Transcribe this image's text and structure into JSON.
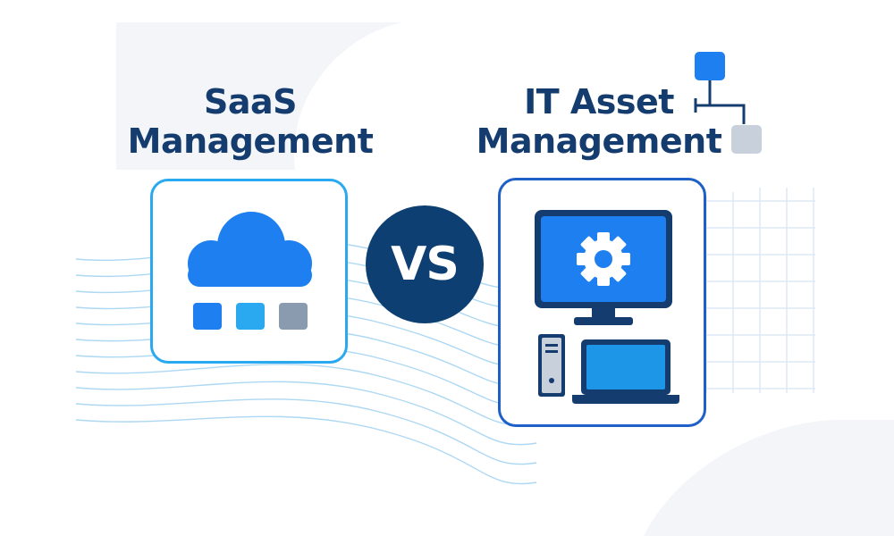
{
  "left": {
    "title_line1": "SaaS",
    "title_line2": "Management",
    "icon": "cloud-apps-icon"
  },
  "center": {
    "label": "VS"
  },
  "right": {
    "title_line1": "IT Asset",
    "title_line2": "Management",
    "icons": [
      "monitor-gear-icon",
      "desktop-tower-icon",
      "laptop-icon",
      "hierarchy-nodes-icon"
    ]
  },
  "colors": {
    "title_text": "#143c6e",
    "vs_circle": "#0d3f73",
    "accent_blue": "#1e7ff0",
    "light_blue": "#2aa8f0",
    "gray": "#8a9bb0",
    "background_shape": "#f2f4f8",
    "grid_lines": "#dbe8f6",
    "wave_lines": "#a9d5f2"
  }
}
